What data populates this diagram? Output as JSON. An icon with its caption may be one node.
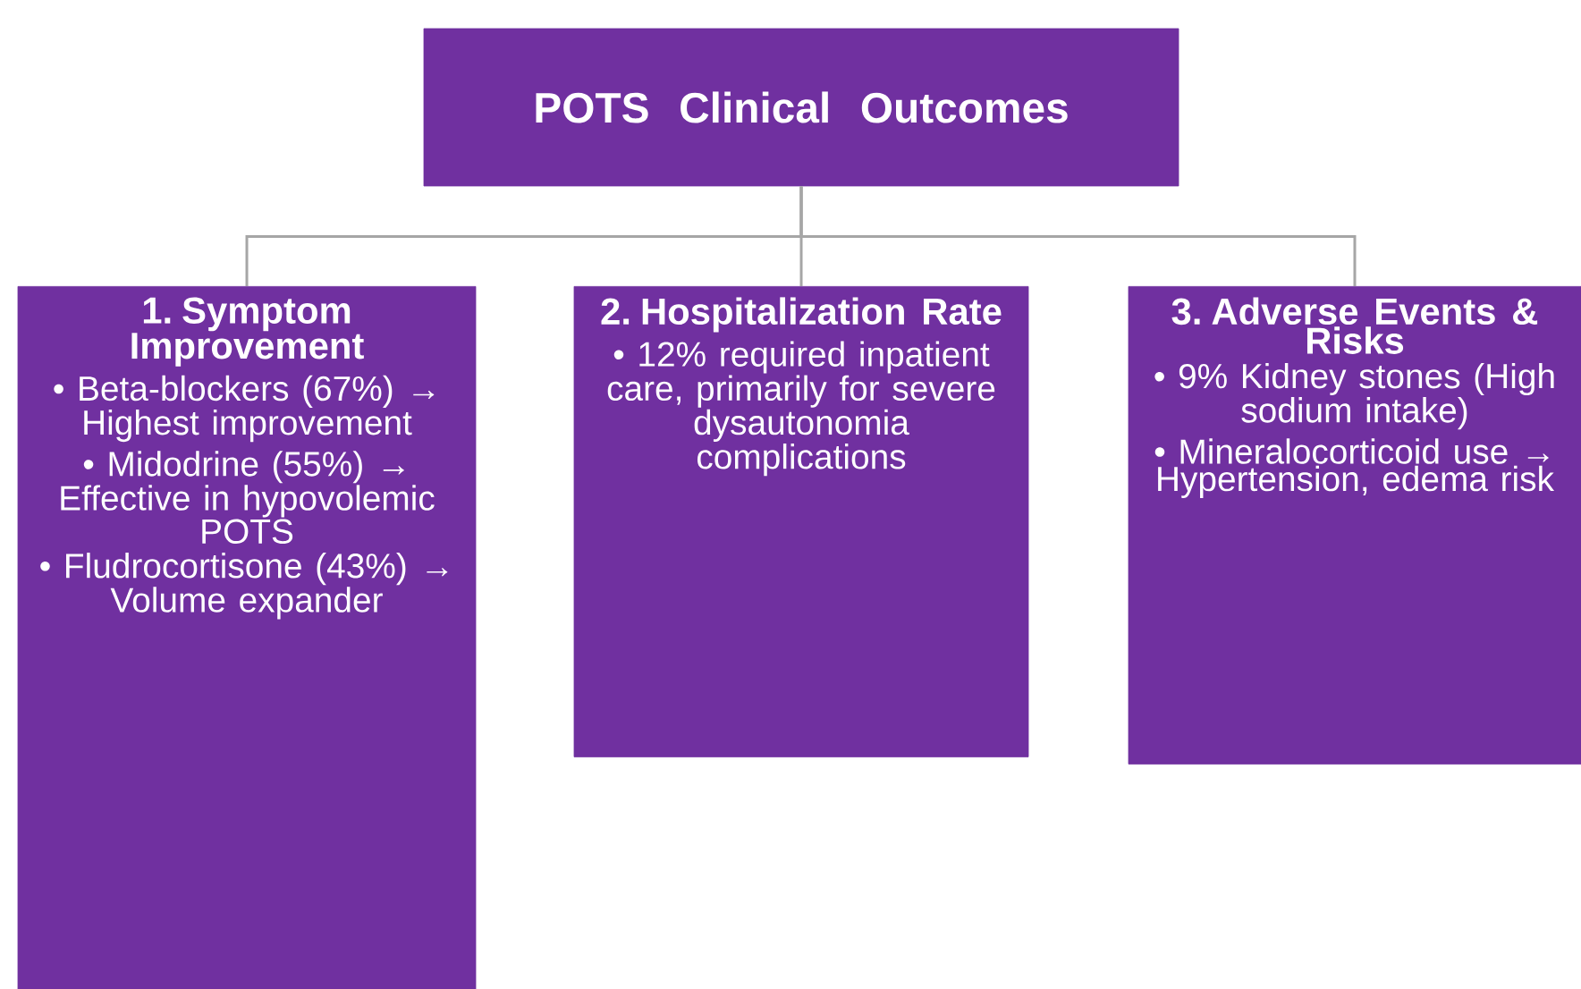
{
  "diagram": {
    "nodes": [
      {
        "text": [
          "POTS Clinical Outcomes"
        ]
      },
      {
        "text": [
          "1. Symptom Improvement",
          "• Beta-blockers (67%) → Highest improvement",
          "• Midodrine (55%) → Effective in hypovolemic POTS",
          "• Fludrocortisone (43%) → Volume expander"
        ]
      },
      {
        "text": [
          "2. Hospitalization Rate",
          "• 12% required inpatient care, primarily for severe dysautonomia complications"
        ]
      },
      {
        "text": [
          "3. Adverse Events & Risks",
          "• 9% Kidney stones (High sodium intake)",
          "• Mineralocorticoid use → Hypertension, edema risk"
        ]
      }
    ],
    "edges": [
      {
        "from": 0,
        "to": 1,
        "arrow": "none"
      },
      {
        "from": 0,
        "to": 2,
        "arrow": "none"
      },
      {
        "from": 0,
        "to": 3,
        "arrow": "none"
      }
    ]
  }
}
